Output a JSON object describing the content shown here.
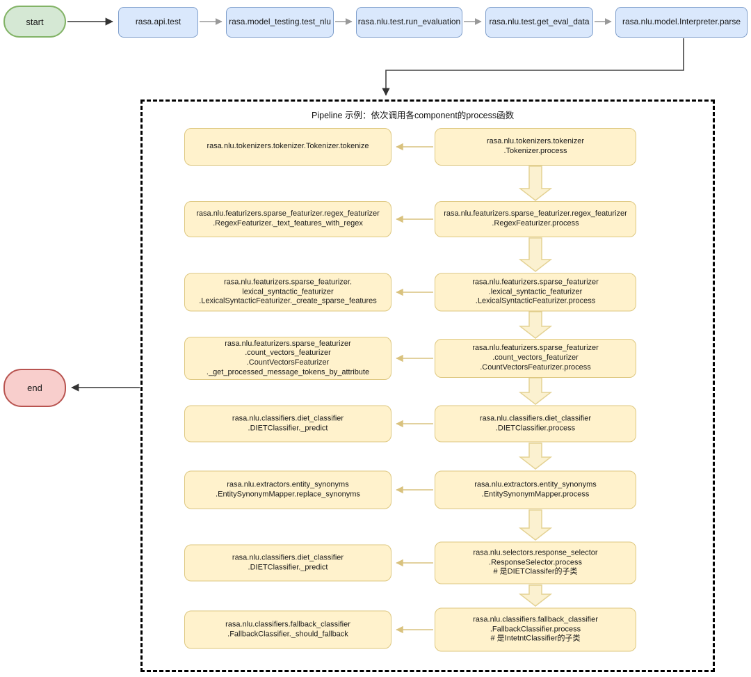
{
  "diagram": {
    "start_node": {
      "label": "start"
    },
    "end_node": {
      "label": "end"
    },
    "top_flow": [
      {
        "label": "rasa.api.test"
      },
      {
        "label": "rasa.model_testing.test_nlu"
      },
      {
        "label": "rasa.nlu.test.run_evaluation"
      },
      {
        "label": "rasa.nlu.test.get_eval_data"
      },
      {
        "label": "rasa.nlu.model.Interpreter.parse"
      }
    ],
    "pipeline": {
      "title": "Pipeline 示例：依次调用各component的process函数",
      "rows": [
        {
          "left": "rasa.nlu.tokenizers.tokenizer.Tokenizer.tokenize",
          "right": "rasa.nlu.tokenizers.tokenizer\n.Tokenizer.process"
        },
        {
          "left": "rasa.nlu.featurizers.sparse_featurizer.regex_featurizer\n.RegexFeaturizer._text_features_with_regex",
          "right": "rasa.nlu.featurizers.sparse_featurizer.regex_featurizer\n.RegexFeaturizer.process"
        },
        {
          "left": "rasa.nlu.featurizers.sparse_featurizer.\nlexical_syntactic_featurizer\n.LexicalSyntacticFeaturizer._create_sparse_features",
          "right": "rasa.nlu.featurizers.sparse_featurizer\n.lexical_syntactic_featurizer\n.LexicalSyntacticFeaturizer.process"
        },
        {
          "left": "rasa.nlu.featurizers.sparse_featurizer\n.count_vectors_featurizer\n.CountVectorsFeaturizer\n._get_processed_message_tokens_by_attribute",
          "right": "rasa.nlu.featurizers.sparse_featurizer\n.count_vectors_featurizer\n.CountVectorsFeaturizer.process"
        },
        {
          "left": "rasa.nlu.classifiers.diet_classifier\n.DIETClassifier._predict",
          "right": "rasa.nlu.classifiers.diet_classifier\n.DIETClassifier.process"
        },
        {
          "left": "rasa.nlu.extractors.entity_synonyms\n.EntitySynonymMapper.replace_synonyms",
          "right": "rasa.nlu.extractors.entity_synonyms\n.EntitySynonymMapper.process"
        },
        {
          "left": "rasa.nlu.classifiers.diet_classifier\n.DIETClassifier._predict",
          "right": "rasa.nlu.selectors.response_selector\n.ResponseSelector.process\n# 是DIETClassifer的子类"
        },
        {
          "left": "rasa.nlu.classifiers.fallback_classifier\n.FallbackClassifier._should_fallback",
          "right": "rasa.nlu.classifiers.fallback_classifier\n.FallbackClassifier.process\n# 是IntetntClassifier的子类"
        }
      ]
    },
    "colors": {
      "start_fill": "#d5e8d4",
      "start_stroke": "#82b366",
      "end_fill": "#f8cecc",
      "end_stroke": "#b85450",
      "blue_fill": "#dae8fc",
      "blue_stroke": "#6c8ebf",
      "yellow_fill": "#fff2cc",
      "yellow_stroke": "#d6b656",
      "container_stroke": "#000000",
      "gray_arrow": "#999999",
      "black_arrow": "#333333",
      "tan_arrow": "#d9c27e"
    }
  }
}
